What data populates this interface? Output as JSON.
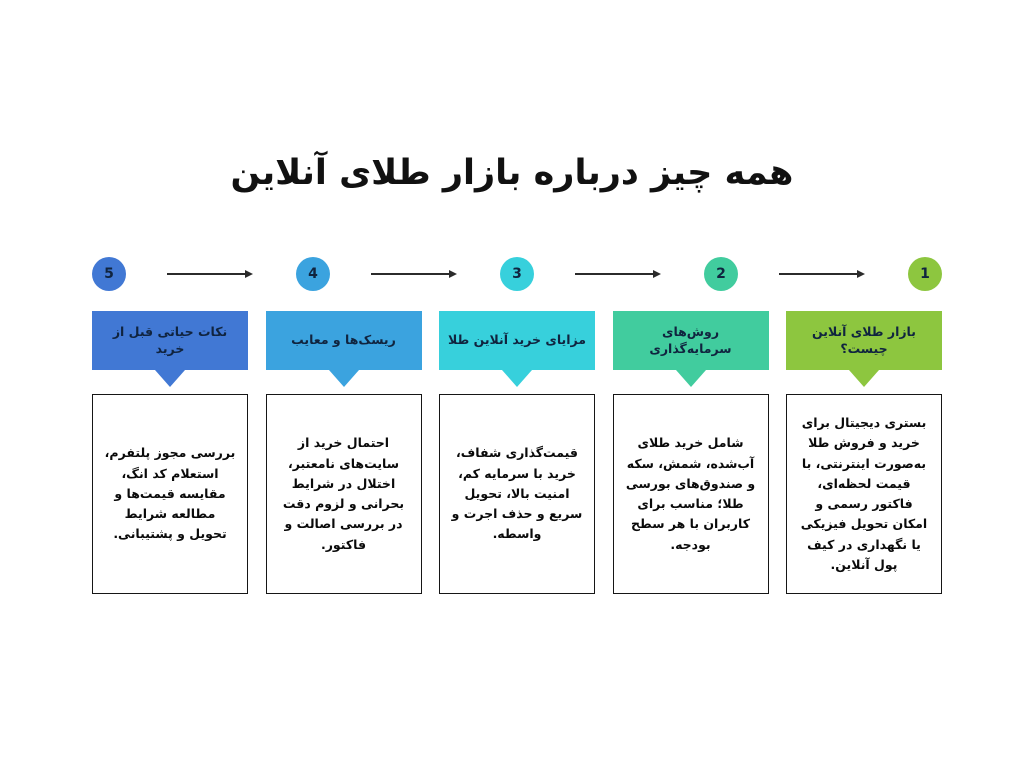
{
  "page": {
    "title": "همه چیز درباره بازار طلای آنلاین",
    "background_color": "#ffffff",
    "text_color": "#0a0a0a"
  },
  "steps": [
    {
      "number": "1",
      "color": "#8DC63F",
      "circle_color": "#8DC63F",
      "heading": "بازار طلای آنلاین چیست؟",
      "body": "بستری دیجیتال برای خرید و فروش طلا به‌صورت اینترنتی، با قیمت لحظه‌ای، فاکتور رسمی و امکان تحویل فیزیکی یا نگهداری در کیف پول آنلاین."
    },
    {
      "number": "2",
      "color": "#41CC9E",
      "circle_color": "#41CC9E",
      "heading": "روش‌های سرمایه‌گذاری",
      "body": "شامل خرید طلای آب‌شده، شمش، سکه و صندوق‌های بورسی طلا؛ مناسب برای کاربران با هر سطح بودجه."
    },
    {
      "number": "3",
      "color": "#37D0DC",
      "circle_color": "#37D0DC",
      "heading": "مزایای خرید آنلاین طلا",
      "body": "قیمت‌گذاری شفاف، خرید با سرمایه کم، امنیت بالا، تحویل سریع و حذف اجرت و واسطه."
    },
    {
      "number": "4",
      "color": "#3BA3DF",
      "circle_color": "#3BA3DF",
      "heading": "ریسک‌ها و معایب",
      "body": "احتمال خرید از سایت‌های نامعتبر، اختلال در شرایط بحرانی و لزوم دقت در بررسی اصالت و فاکتور."
    },
    {
      "number": "5",
      "color": "#4178D4",
      "circle_color": "#4178D4",
      "heading": "نکات حیاتی قبل از خرید",
      "body": "بررسی مجوز پلتفرم، استعلام کد انگ، مقایسه قیمت‌ها و مطالعه شرایط تحویل و پشتیبانی."
    }
  ],
  "connectors": {
    "count": 4,
    "color": "#2b2b2b",
    "direction": "left-to-right"
  }
}
